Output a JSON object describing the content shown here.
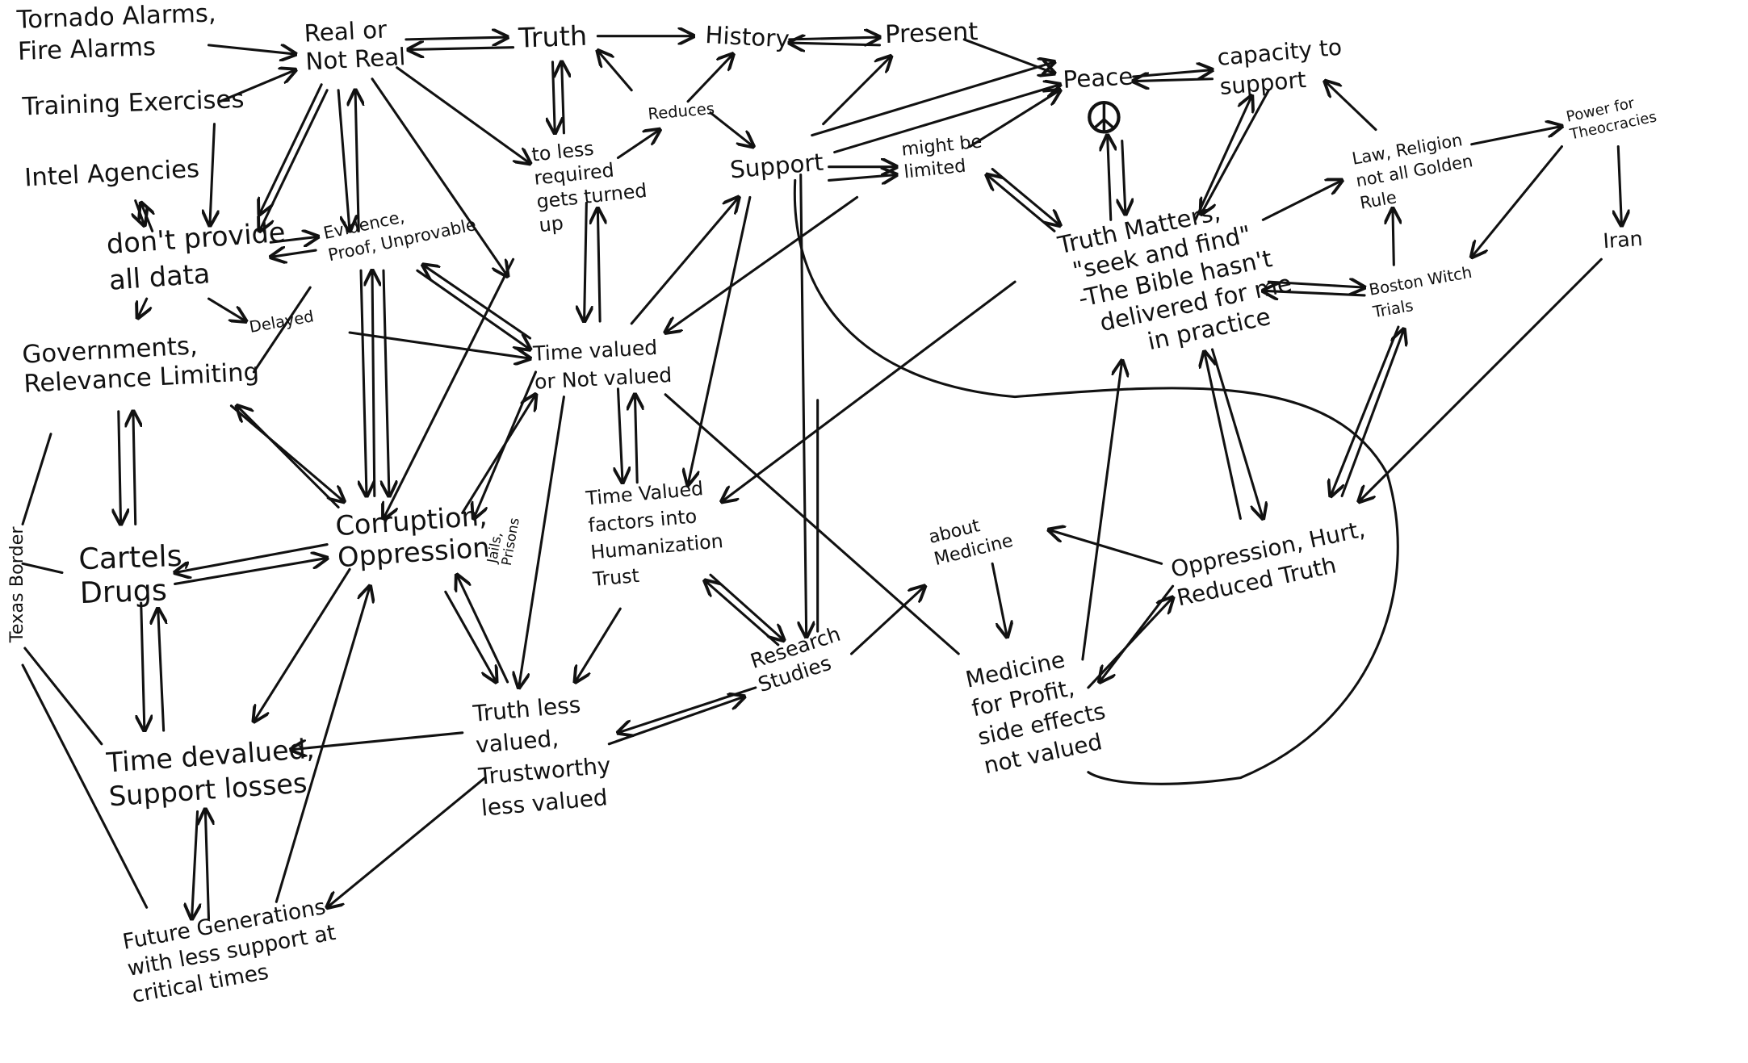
{
  "nodes": {
    "tornado": {
      "lines": [
        "Tornado Alarms,",
        "Fire Alarms"
      ]
    },
    "training": {
      "lines": [
        "Training  Exercises"
      ]
    },
    "intel": {
      "lines": [
        "Intel Agencies"
      ]
    },
    "dont_provide": {
      "lines": [
        "don't provide",
        "all data"
      ]
    },
    "delayed": {
      "lines": [
        "Delayed"
      ]
    },
    "governments": {
      "lines": [
        "Governments,",
        "Relevance Limiting"
      ]
    },
    "texas": {
      "lines": [
        "Texas Border"
      ]
    },
    "cartels": {
      "lines": [
        "Cartels,",
        "Drugs"
      ]
    },
    "real": {
      "lines": [
        "Real or",
        "Not Real"
      ]
    },
    "truth": {
      "lines": [
        "Truth"
      ]
    },
    "history": {
      "lines": [
        "History"
      ]
    },
    "present": {
      "lines": [
        "Present"
      ]
    },
    "peace": {
      "lines": [
        "Peace"
      ]
    },
    "capacity": {
      "lines": [
        "capacity to",
        "support"
      ]
    },
    "reduces": {
      "lines": [
        "Reduces"
      ]
    },
    "to_less": {
      "lines": [
        "to less",
        "required",
        "gets turned",
        "up"
      ]
    },
    "support": {
      "lines": [
        "Support"
      ]
    },
    "might": {
      "lines": [
        "might be",
        "limited"
      ]
    },
    "evidence": {
      "lines": [
        "Evidence,",
        "Proof, Unprovable"
      ]
    },
    "time_valued": {
      "lines": [
        "Time valued",
        "or Not valued"
      ]
    },
    "truth_matters": {
      "lines": [
        "Truth Matters,",
        "\"seek and find\"",
        "-The Bible  hasn't",
        "delivered for me",
        "in practice"
      ]
    },
    "law": {
      "lines": [
        "Law, Religion",
        "not all Golden",
        "Rule"
      ]
    },
    "power": {
      "lines": [
        "Power for",
        "Theocracies"
      ]
    },
    "iran": {
      "lines": [
        "Iran"
      ]
    },
    "boston": {
      "lines": [
        "Boston Witch",
        "Trials"
      ]
    },
    "corruption": {
      "lines": [
        "Corruption,",
        "Oppression"
      ]
    },
    "jails": {
      "lines": [
        "Jails,",
        "Prisons"
      ]
    },
    "time_factors": {
      "lines": [
        "Time Valued",
        "factors into",
        "Humanization",
        "Trust"
      ]
    },
    "research": {
      "lines": [
        "Research",
        "Studies"
      ]
    },
    "about_med": {
      "lines": [
        "about",
        "Medicine"
      ]
    },
    "oppression_hurt": {
      "lines": [
        "Oppression, Hurt,",
        "Reduced Truth"
      ]
    },
    "med_profit": {
      "lines": [
        "Medicine",
        "for Profit,",
        "side effects",
        "not valued"
      ]
    },
    "time_devalued": {
      "lines": [
        "Time devalued,",
        "Support losses"
      ]
    },
    "truth_less": {
      "lines": [
        "Truth less",
        "valued,",
        "Trustworthy",
        "less valued"
      ]
    },
    "future": {
      "lines": [
        "Future Generations",
        "with less support at",
        "critical times"
      ]
    }
  },
  "icons": {
    "peace": "peace-symbol-icon"
  },
  "colors": {
    "ink": "#111111",
    "background": "#ffffff"
  }
}
